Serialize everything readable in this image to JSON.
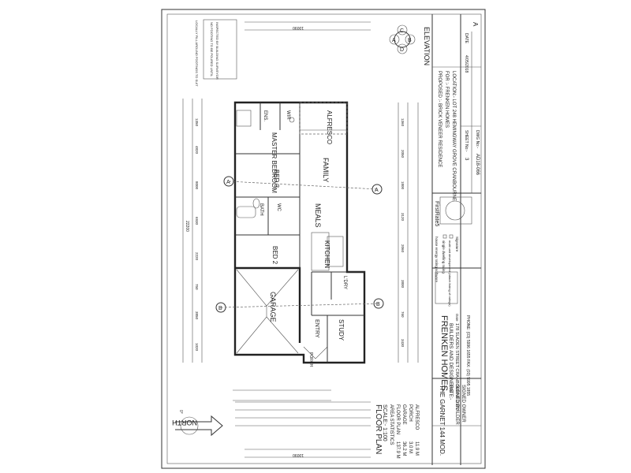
{
  "company": {
    "name": "FRENKEN HOMES",
    "tagline": "BUILDERS AND DESIGNERS",
    "address": "178 SLADEN STREET CRANBOURNE 3977",
    "phone": "PHONE: (03) 5996 1655    FAX: (03) 5995 1855"
  },
  "title_block": {
    "proposed": "PROPOSED :- BRICK VENEER RESIDENCE",
    "for": "FOR :- FRENKEN HOMES",
    "location": "LOCATION:- LOT 248 HEMINGWAY GROVE CRANBOURNE",
    "drawing_no": "A",
    "sheet_label": "SHEET No:-",
    "sheet_value": "3",
    "dwg_label": "DWG No:-",
    "dwg_value": "AD18-066",
    "date_label": "DATE",
    "date_value": "4/05/2018"
  },
  "model": {
    "name": "THE GARNET 144 MOD.",
    "date_label": "DATE:-",
    "builder_label": "SIGNED BUILDER",
    "owner_label": "SIGNED OWNER"
  },
  "plan": {
    "title": "FLOOR PLAN",
    "scale": "SCALE:- 1:100",
    "stats_title": "AREA STATISTICS",
    "stats": [
      {
        "label": "FLOOR PLAN",
        "value": "137.9 M"
      },
      {
        "label": "GARAGE",
        "value": "36.2 M"
      },
      {
        "label": "PORCH",
        "value": "3.0 M"
      },
      {
        "label": "ALFRESCO",
        "value": "11.9 M"
      }
    ],
    "north": "NORTH",
    "elevation": "ELEVATION",
    "elevation_marks": [
      "A",
      "B",
      "C",
      "D"
    ],
    "section_marks": [
      "A",
      "A",
      "B",
      "B"
    ],
    "firstrate": {
      "title": "FirstRate5",
      "subtitle": "house energy rating software",
      "line1": "single dwelling rating",
      "line2": "multi unit development (attach listing of ratings)",
      "signature": "Signature",
      "date": "Date"
    },
    "rooms": {
      "master": "MASTER BEDROOM",
      "ens": "ENS.",
      "wir": "WIR",
      "alfresco": "ALFRESCO",
      "bed3": "BED 3",
      "family": "FAMILY",
      "bath": "BATH",
      "wc": "WC",
      "meals": "MEALS",
      "kitchen": "KITCHEN",
      "bed2": "BED 2",
      "ldry": "L'DRY",
      "garage": "GARAGE",
      "entry": "ENTRY",
      "study": "STUDY",
      "porch": "PORCH"
    },
    "dims_top": [
      "1350",
      "4820",
      "8000",
      "6930",
      "2220",
      "750",
      "3850",
      "1020"
    ],
    "dims_bottom": [
      "1360",
      "2050",
      "1800",
      "3120",
      "2060",
      "3800",
      "760",
      "3430"
    ],
    "overall": "22200",
    "total_left": "10090",
    "total_right": "10090"
  },
  "notes": [
    "LOCALLY FILL AROUND FOOTINGS TO SUIT",
    "NO FOOTING TO BE POURED UNTIL",
    "INSPECTED BY BUILDING SURVEYOR"
  ]
}
